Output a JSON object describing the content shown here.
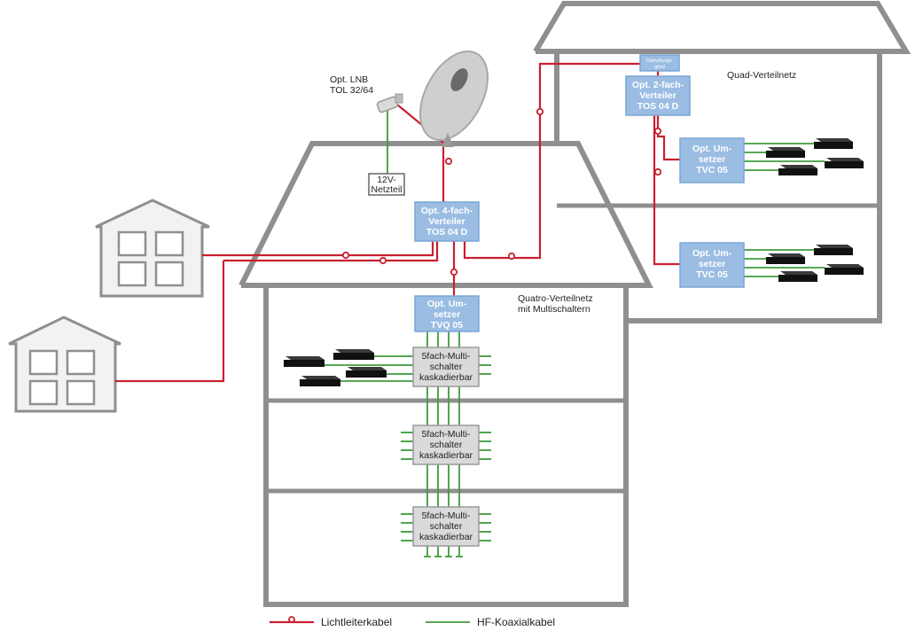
{
  "labels": {
    "lnb": [
      "Opt. LNB",
      "TOL 32/64"
    ],
    "psu": [
      "12V-",
      "Netzteil"
    ],
    "quad_net": "Quad-Verteilnetz",
    "quatro_net": [
      "Quatro-Verteilnetz",
      "mit Multischaltern"
    ],
    "attenuator": [
      "Dämpfungs-",
      "glied"
    ]
  },
  "devices": {
    "splitter4": [
      "Opt. 4-fach-",
      "Verteiler",
      "TOS 04 D"
    ],
    "splitter2": [
      "Opt. 2-fach-",
      "Verteiler",
      "TOS 04 D"
    ],
    "tvc_a": [
      "Opt. Um-",
      "setzer",
      "TVC 05"
    ],
    "tvc_b": [
      "Opt. Um-",
      "setzer",
      "TVC 05"
    ],
    "tvq": [
      "Opt. Um-",
      "setzer",
      "TVQ 05"
    ],
    "ms1": [
      "5fach-Multi-",
      "schalter",
      "kaskadierbar"
    ],
    "ms2": [
      "5fach-Multi-",
      "schalter",
      "kaskadierbar"
    ],
    "ms3": [
      "5fach-Multi-",
      "schalter",
      "kaskadierbar"
    ]
  },
  "legend": {
    "fiber": "Lichtleiterkabel",
    "coax": "HF-Koaxialkabel"
  },
  "colors": {
    "fiber": "#c8202f",
    "coax": "#3f9b3b",
    "device_blue": "#9bbde3",
    "multiswitch_gray": "#dadada",
    "house_gray": "#8f8f8f"
  },
  "icons": {
    "dish": "satellite-dish-icon",
    "lnb": "lnb-icon",
    "receiver": "set-top-box-icon",
    "small_house": "house-icon"
  }
}
